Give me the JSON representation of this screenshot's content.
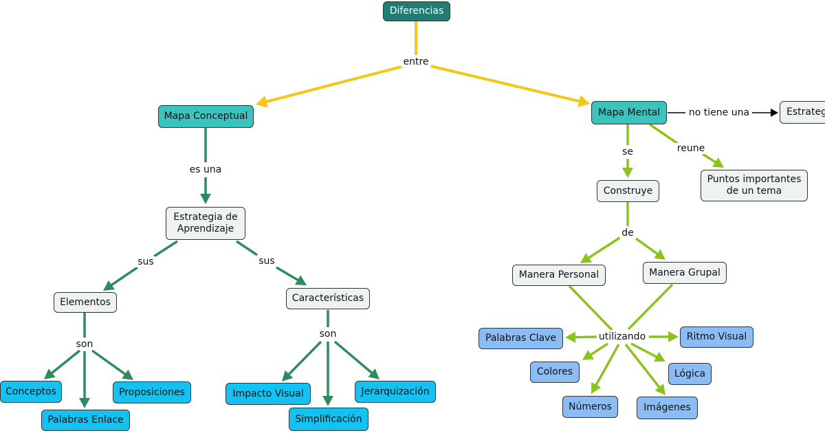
{
  "diagram": {
    "root": "Diferencias",
    "links": {
      "entre": "entre",
      "es_una": "es una",
      "sus_left": "sus",
      "sus_right": "sus",
      "son_left": "son",
      "son_right": "son",
      "no_tiene": "no tiene una",
      "se": "se",
      "reune": "reune",
      "de": "de",
      "utilizando": "utilizando"
    },
    "nodes": {
      "mapa_conceptual": "Mapa Conceptual",
      "mapa_mental": "Mapa Mental",
      "estrategia_cut": "Estrateg",
      "estrategia_aprendizaje": "Estrategia de\nAprendizaje",
      "elementos": "Elementos",
      "caracteristicas": "Características",
      "conceptos": "Conceptos",
      "palabras_enlace": "Palabras Enlace",
      "proposiciones": "Proposiciones",
      "impacto_visual": "Impacto Visual",
      "simplificacion": "Simplificación",
      "jerarquizacion": "Jerarquización",
      "construye": "Construye",
      "puntos_importantes": "Puntos importantes\nde un tema",
      "manera_personal": "Manera Personal",
      "manera_grupal": "Manera Grupal",
      "palabras_clave": "Palabras Clave",
      "ritmo_visual": "Ritmo Visual",
      "colores": "Colores",
      "logica": "Lógica",
      "numeros": "Números",
      "imagenes": "Imágenes"
    },
    "colors": {
      "root": "#1f7d74",
      "teal": "#3cc3bd",
      "light": "#eef3f2",
      "cyan": "#14c2f2",
      "blue": "#8bbcf4",
      "edge_yellow": "#f5c518",
      "edge_green": "#2e8b5e",
      "edge_lime": "#8cc21e",
      "edge_black": "#000000"
    }
  }
}
